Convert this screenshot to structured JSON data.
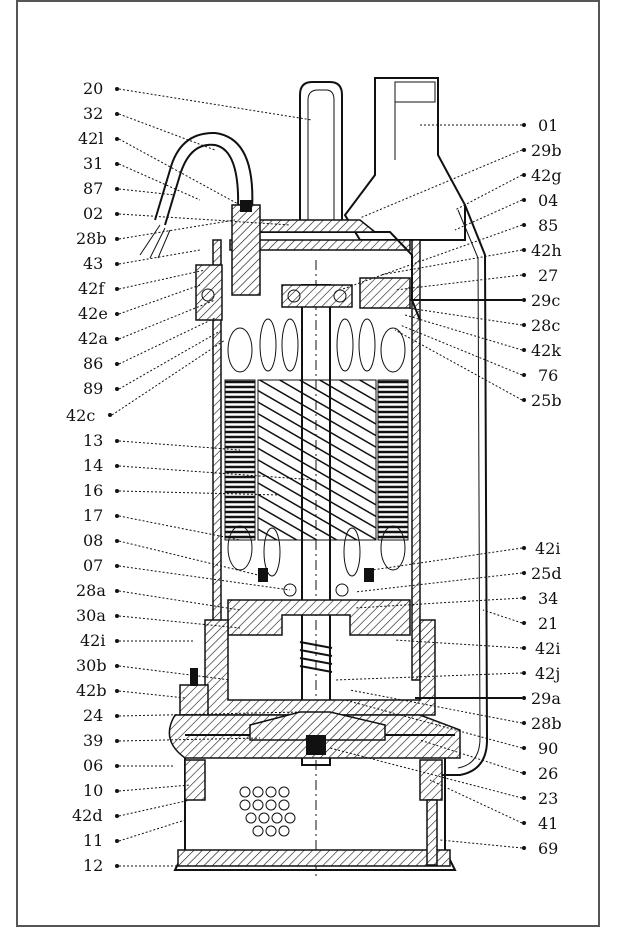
{
  "diagram": {
    "labels_left": [
      "20",
      "32",
      "42l",
      "31",
      "87",
      "02",
      "28b",
      "43",
      "42f",
      "42e",
      "42a",
      "86",
      "89",
      "42c",
      "13",
      "14",
      "16",
      "17",
      "08",
      "07",
      "28a",
      "30a",
      "42i",
      "30b",
      "42b",
      "24",
      "39",
      "06",
      "10",
      "42d",
      "11",
      "12"
    ],
    "labels_right": [
      "01",
      "29b",
      "42g",
      "04",
      "85",
      "42h",
      "27",
      "29c",
      "28c",
      "42k",
      "76",
      "25b",
      "42i",
      "25d",
      "34",
      "21",
      "42i",
      "42j",
      "29a",
      "28b",
      "90",
      "26",
      "23",
      "41",
      "69"
    ],
    "colors": {
      "ink": "#111111",
      "frame": "#555555",
      "background": "#ffffff"
    }
  }
}
